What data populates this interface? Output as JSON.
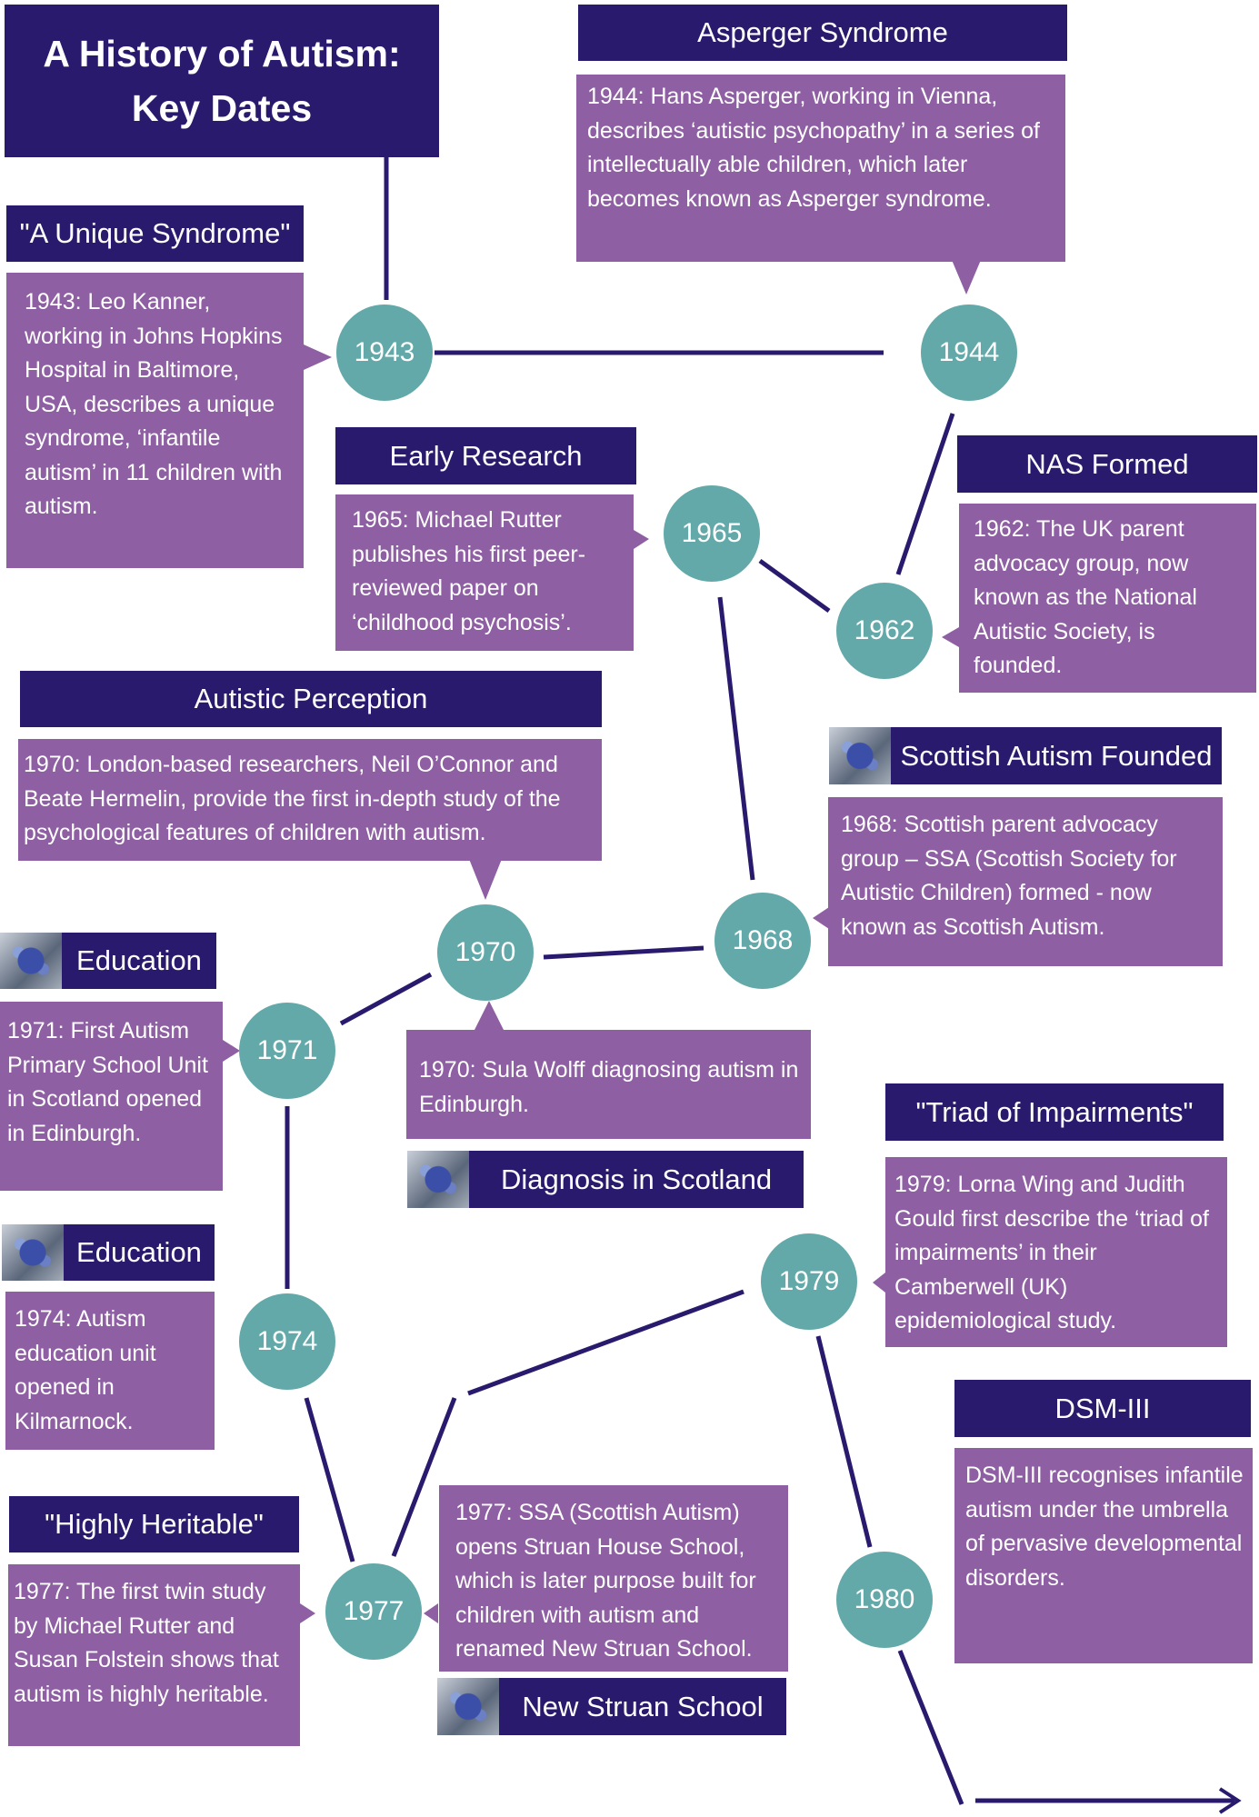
{
  "title": "A History of Autism:\nKey Dates",
  "colors": {
    "header": "#2a1a6e",
    "box": "#8e5fa2",
    "node": "#63a9a9",
    "line": "#2a1a6e"
  },
  "nodes": {
    "y1943": "1943",
    "y1944": "1944",
    "y1965": "1965",
    "y1962": "1962",
    "y1970": "1970",
    "y1968": "1968",
    "y1971": "1971",
    "y1974": "1974",
    "y1977": "1977",
    "y1979": "1979",
    "y1980": "1980"
  },
  "events": {
    "kanner": {
      "heading": "\"A Unique Syndrome\"",
      "text": "1943: Leo Kanner, working in Johns Hopkins Hospital in Baltimore, USA, describes a unique syndrome, ‘infantile autism’ in 11 children with autism."
    },
    "asperger": {
      "heading": "Asperger Syndrome",
      "text": "1944: Hans Asperger, working in Vienna, describes ‘autistic psychopathy’ in a series of intellectually able children, which later becomes known as Asperger syndrome."
    },
    "rutter1965": {
      "heading": "Early Research",
      "text": "1965: Michael Rutter publishes his first peer-reviewed paper on ‘childhood psychosis’."
    },
    "nas": {
      "heading": "NAS Formed",
      "text": "1962: The UK parent advocacy group, now known as the National Autistic Society, is founded."
    },
    "perception": {
      "heading": "Autistic Perception",
      "text": "1970: London-based researchers, Neil O’Connor and Beate Hermelin, provide the first in-depth study of the psychological features of children with autism."
    },
    "ssa": {
      "heading": "Scottish Autism Founded",
      "text": "1968: Scottish parent advocacy group – SSA (Scottish Society for Autistic Children) formed - now known as Scottish Autism."
    },
    "education1971": {
      "heading": "Education",
      "text": "1971: First Autism Primary School Unit in Scotland opened in Edinburgh."
    },
    "wolff": {
      "heading": "Diagnosis in Scotland",
      "text": "1970: Sula Wolff diagnosing autism in Edinburgh."
    },
    "triad": {
      "heading": "\"Triad of Impairments\"",
      "text": "1979: Lorna Wing and Judith Gould first describe the ‘triad of impairments’ in their Camberwell (UK) epidemiological study."
    },
    "education1974": {
      "heading": "Education",
      "text": "1974: Autism education unit opened in Kilmarnock."
    },
    "dsm": {
      "heading": "DSM-III",
      "text": "DSM-III recognises infantile autism under the umbrella of pervasive developmental disorders."
    },
    "twin": {
      "heading": "\"Highly Heritable\"",
      "text": "1977: The first twin study by Michael Rutter and Susan Folstein shows that autism is highly heritable."
    },
    "struan": {
      "heading": "New Struan School",
      "text": "1977: SSA (Scottish Autism) opens Struan House School, which is later purpose built for children with autism and renamed New Struan School."
    }
  }
}
